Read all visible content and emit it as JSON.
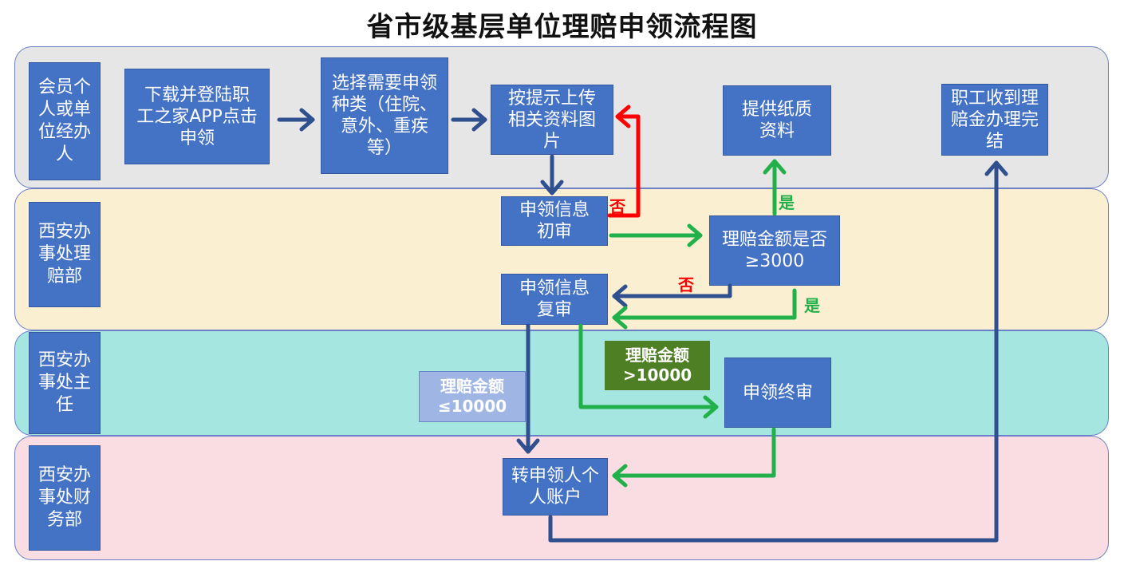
{
  "title": "省市级基层单位理赔申领流程图",
  "lanes": [
    {
      "label": "会员个人或单位经办人",
      "color": "#e6e6e6"
    },
    {
      "label": "西安办事处理赔部",
      "color": "#fbefd2"
    },
    {
      "label": "西安办事处主任",
      "color": "#a6e6e0"
    },
    {
      "label": "西安办事处财务部",
      "color": "#f9dde2"
    }
  ],
  "nodes": {
    "download": "下载并登陆职工之家APP点击申领",
    "select": "选择需要申领种类（住院、意外、重疾等）",
    "upload": "按提示上传相关资料图片",
    "paper": "提供纸质资料",
    "received": "职工收到理赔金办理完结",
    "initial": "申领信息初审",
    "decision": "理赔金额是否≥3000",
    "recheck": "申领信息复审",
    "final": "申领终审",
    "transfer": "转申领人个人账户"
  },
  "labels": {
    "no1": "否",
    "yes1": "是",
    "no2": "否",
    "yes2": "是",
    "over": "理赔金额>10000",
    "under": "理赔金额≤10000"
  },
  "colors": {
    "box": "#4472c4",
    "arrow_blue": "#2f4f8f",
    "arrow_green": "#22b04b",
    "arrow_red": "#ff0000",
    "badge_over": "#4f7f25",
    "badge_under": "#9fb6e4"
  }
}
